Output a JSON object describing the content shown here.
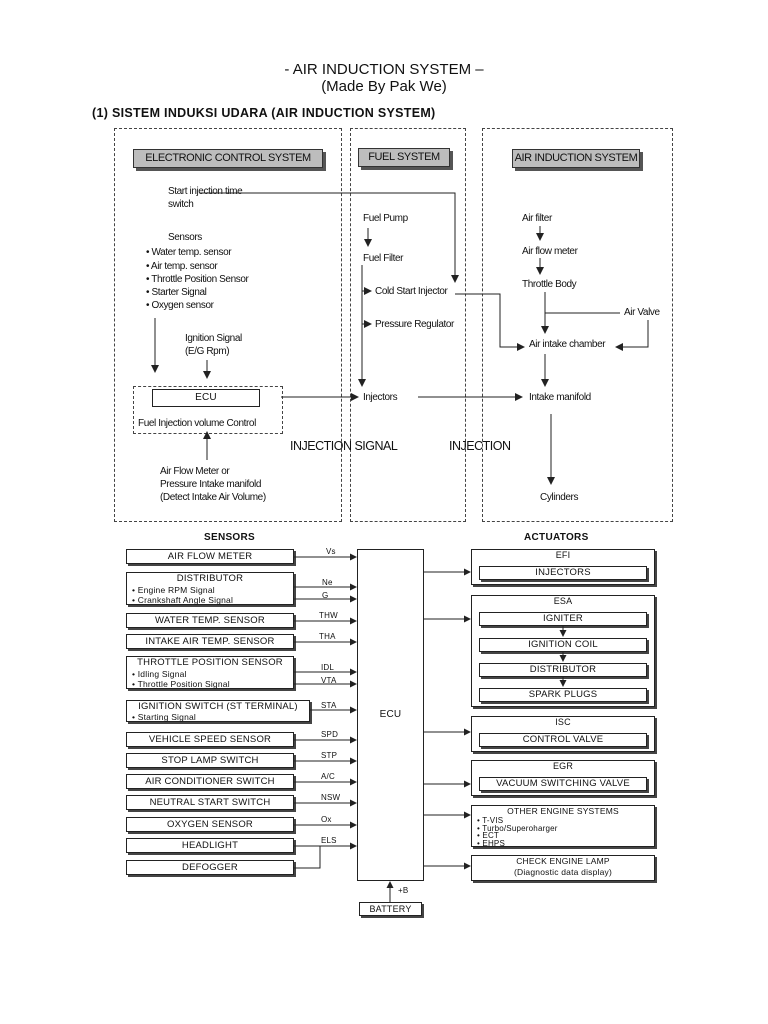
{
  "doc": {
    "title": "-    AIR INDUCTION SYSTEM –",
    "author": "(Made By Pak We)",
    "section": "(1) SISTEM INDUKSI UDARA (AIR INDUCTION SYSTEM)"
  },
  "top": {
    "ecs_head": "ELECTRONIC CONTROL SYSTEM",
    "fuel_head": "FUEL SYSTEM",
    "air_head": "AIR INDUCTION SYSTEM",
    "start_switch_1": "Start injection time",
    "start_switch_2": "switch",
    "sensors_label": "Sensors",
    "sensor_items": [
      "• Water temp. sensor",
      "• Air temp. sensor",
      "• Throttle Position Sensor",
      "• Starter Signal",
      "• Oxygen sensor"
    ],
    "ignition_1": "Ignition Signal",
    "ignition_2": "(E/G Rpm)",
    "ecu": "ECU",
    "fuel_volume": "Fuel Injection volume Control",
    "afm_1": "Air Flow Meter or",
    "afm_2": "Pressure Intake manifold",
    "afm_3": "(Detect Intake Air Volume)",
    "fuel_pump": "Fuel Pump",
    "fuel_filter": "Fuel Filter",
    "cold_start": "Cold Start Injector",
    "pressure_reg": "Pressure Regulator",
    "injectors": "Injectors",
    "injection_signal": "INJECTION SIGNAL",
    "injection": "INJECTION",
    "air_filter": "Air filter",
    "air_flow_meter": "Air flow  meter",
    "throttle_body": "Throttle Body",
    "air_valve": "Air Valve",
    "intake_chamber": "Air intake chamber",
    "intake_manifold": "Intake manifold",
    "cylinders": "Cylinders"
  },
  "bottom": {
    "sensors_head": "SENSORS",
    "actuators_head": "ACTUATORS",
    "ecu": "ECU",
    "battery": "BATTERY",
    "battery_sig": "+B",
    "sensors": [
      {
        "label": "AIR FLOW METER",
        "signals": [
          "Vs"
        ]
      },
      {
        "label": "DISTRIBUTOR",
        "subs": [
          "• Engine RPM Signal",
          "• Crankshaft Angle Signal"
        ],
        "signals": [
          "Ne",
          "G"
        ]
      },
      {
        "label": "WATER TEMP. SENSOR",
        "signals": [
          "THW"
        ]
      },
      {
        "label": "INTAKE AIR TEMP. SENSOR",
        "signals": [
          "THA"
        ]
      },
      {
        "label": "THROTTLE POSITION SENSOR",
        "subs": [
          "• Idling Signal",
          "• Throttle Position Signal"
        ],
        "signals": [
          "IDL",
          "VTA"
        ]
      },
      {
        "label": "IGNITION SWITCH (ST TERMINAL)",
        "subs": [
          "• Starting Signal"
        ],
        "signals": [
          "STA"
        ]
      },
      {
        "label": "VEHICLE SPEED SENSOR",
        "signals": [
          "SPD"
        ]
      },
      {
        "label": "STOP LAMP SWITCH",
        "signals": [
          "STP"
        ]
      },
      {
        "label": "AIR CONDITIONER SWITCH",
        "signals": [
          "A/C"
        ]
      },
      {
        "label": "NEUTRAL START SWITCH",
        "signals": [
          "NSW"
        ]
      },
      {
        "label": "OXYGEN SENSOR",
        "signals": [
          "Ox"
        ]
      },
      {
        "label": "HEADLIGHT",
        "signals": [
          "ELS"
        ]
      },
      {
        "label": "DEFOGGER",
        "signals": []
      }
    ],
    "actuators": [
      {
        "group": "EFI",
        "items": [
          "INJECTORS"
        ]
      },
      {
        "group": "ESA",
        "items": [
          "IGNITER",
          "IGNITION COIL",
          "DISTRIBUTOR",
          "SPARK PLUGS"
        ]
      },
      {
        "group": "ISC",
        "items": [
          "CONTROL VALVE"
        ]
      },
      {
        "group": "EGR",
        "items": [
          "VACUUM SWITCHING VALVE"
        ]
      },
      {
        "group": "OTHER ENGINE SYSTEMS",
        "subs": [
          "• T-VIS",
          "• Turbo/Superoharger",
          "• ECT",
          "• EHPS"
        ]
      },
      {
        "group": "CHECK ENGINE LAMP",
        "group2": "(Diagnostic data display)"
      }
    ]
  }
}
